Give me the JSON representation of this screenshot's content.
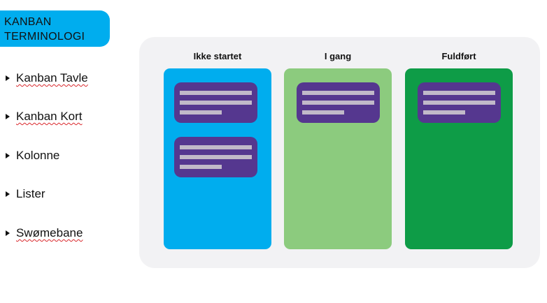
{
  "title": {
    "line1": "KANBAN",
    "line2": "TERMINOLOGI"
  },
  "terms": [
    {
      "label": "Kanban Tavle",
      "spellcheck": true
    },
    {
      "label": "Kanban Kort",
      "spellcheck": true
    },
    {
      "label": "Kolonne",
      "spellcheck": false
    },
    {
      "label": "Lister",
      "spellcheck": false
    },
    {
      "label": "Swømebane",
      "spellcheck": true
    }
  ],
  "board": {
    "columns": [
      {
        "title": "Ikke startet",
        "color": "#00adee",
        "cards": 2
      },
      {
        "title": "I gang",
        "color": "#8ccb7e",
        "cards": 1
      },
      {
        "title": "Fuldført",
        "color": "#0e9c47",
        "cards": 1
      }
    ],
    "card_color": "#55378f",
    "card_line_color": "#c1b9c9"
  },
  "colors": {
    "title_badge": "#00adee",
    "spellcheck_underline": "#d9262b",
    "board_background": "#f2f2f4"
  }
}
